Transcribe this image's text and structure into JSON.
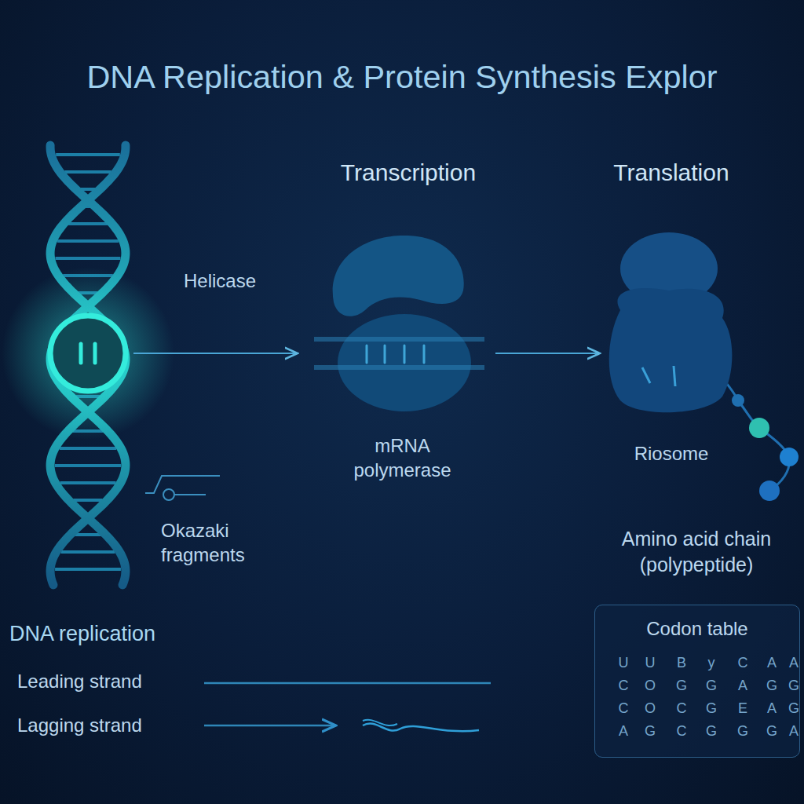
{
  "diagram": {
    "title": "DNA Replication & Protein Synthesis Explor",
    "nodes": [
      {
        "text": [
          "Helicase"
        ]
      },
      {
        "text": [
          "Transcription",
          "mRNA polymerase"
        ]
      },
      {
        "text": [
          "Translation",
          "Riosome"
        ]
      },
      {
        "text": [
          "Codon table"
        ]
      }
    ],
    "edges": [
      {
        "from": 0,
        "to": 1,
        "arrow": "to"
      },
      {
        "from": 1,
        "to": 2,
        "arrow": "to"
      }
    ],
    "labels": [
      "Okazaki fragments",
      "Amino acid chain (polypeptide)",
      "DNA replication",
      "Leading strand",
      "Lagging strand",
      "U",
      "U",
      "B",
      "y",
      "C",
      "A",
      "A",
      "C",
      "O",
      "G",
      "G",
      "A",
      "G",
      "G",
      "C",
      "O",
      "C",
      "G",
      "E",
      "A",
      "G",
      "A",
      "G",
      "C",
      "G",
      "G",
      "G",
      "A"
    ]
  }
}
